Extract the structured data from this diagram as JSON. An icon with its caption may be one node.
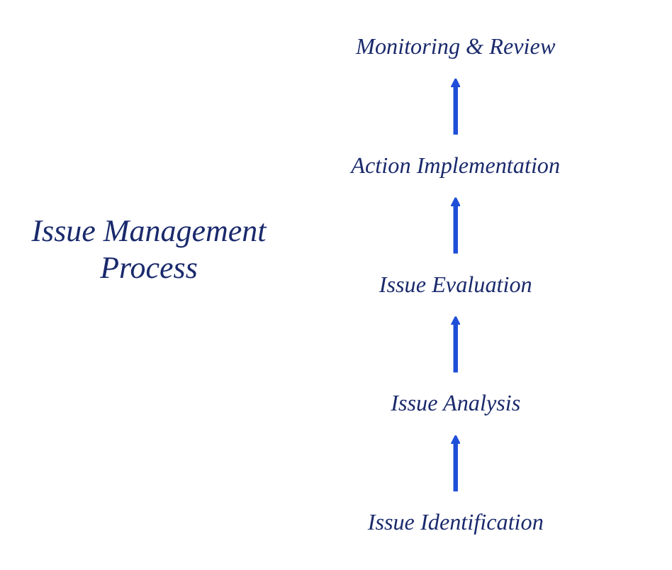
{
  "diagram": {
    "nodes": [
      {
        "text": [
          "Issue Identification"
        ]
      },
      {
        "text": [
          "Issue Analysis"
        ]
      },
      {
        "text": [
          "Issue Evaluation"
        ]
      },
      {
        "text": [
          "Action Implementation"
        ]
      },
      {
        "text": [
          "Monitoring & Review"
        ]
      }
    ],
    "edges": [
      {
        "from": 0,
        "to": 1,
        "arrow": "to"
      },
      {
        "from": 1,
        "to": 2,
        "arrow": "to"
      },
      {
        "from": 2,
        "to": 3,
        "arrow": "to"
      },
      {
        "from": 3,
        "to": 4,
        "arrow": "to"
      }
    ],
    "labels": [
      "Issue Management Process"
    ]
  }
}
